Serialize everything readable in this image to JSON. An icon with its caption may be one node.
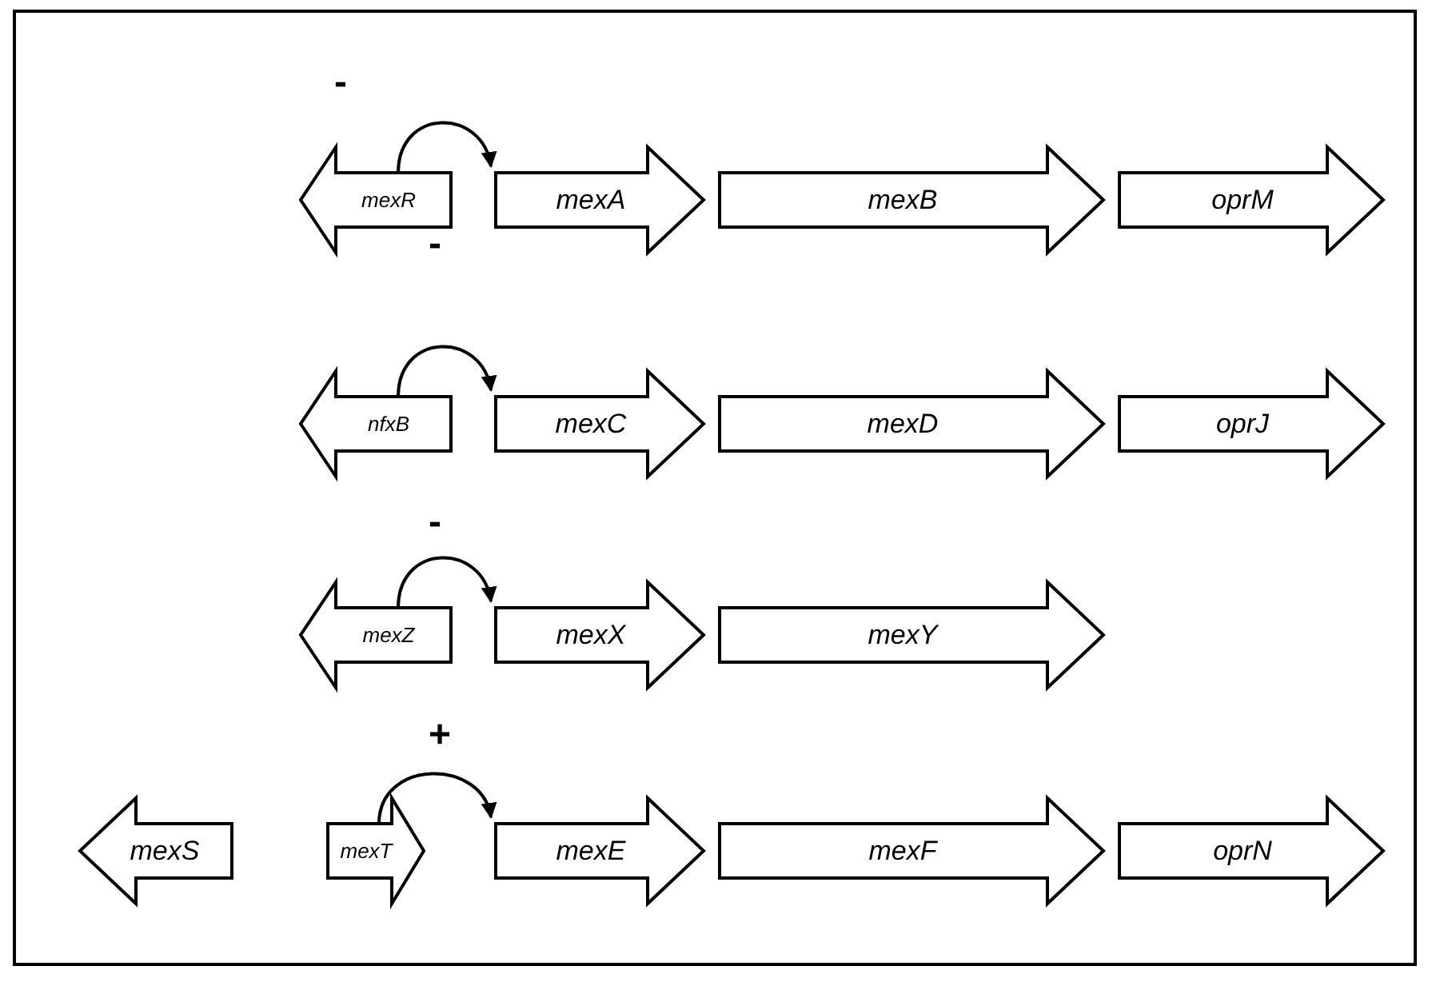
{
  "diagram": {
    "nodes": [
      {
        "text": [
          "mexR"
        ]
      },
      {
        "text": [
          "mexA"
        ]
      },
      {
        "text": [
          "mexB"
        ]
      },
      {
        "text": [
          "oprM"
        ]
      },
      {
        "text": [
          "nfxB"
        ]
      },
      {
        "text": [
          "mexC"
        ]
      },
      {
        "text": [
          "mexD"
        ]
      },
      {
        "text": [
          "oprJ"
        ]
      },
      {
        "text": [
          "mexZ"
        ]
      },
      {
        "text": [
          "mexX"
        ]
      },
      {
        "text": [
          "mexY"
        ]
      },
      {
        "text": [
          "mexS"
        ]
      },
      {
        "text": [
          "mexT"
        ]
      },
      {
        "text": [
          "mexE"
        ]
      },
      {
        "text": [
          "mexF"
        ]
      },
      {
        "text": [
          "oprN"
        ]
      }
    ],
    "edges": [
      {
        "from": 0,
        "to": 1,
        "arrow": "to"
      },
      {
        "from": 4,
        "to": 5,
        "arrow": "to"
      },
      {
        "from": 8,
        "to": 9,
        "arrow": "to"
      },
      {
        "from": 12,
        "to": 13,
        "arrow": "to"
      }
    ],
    "labels": [
      "-",
      "-",
      "-",
      "+"
    ]
  }
}
